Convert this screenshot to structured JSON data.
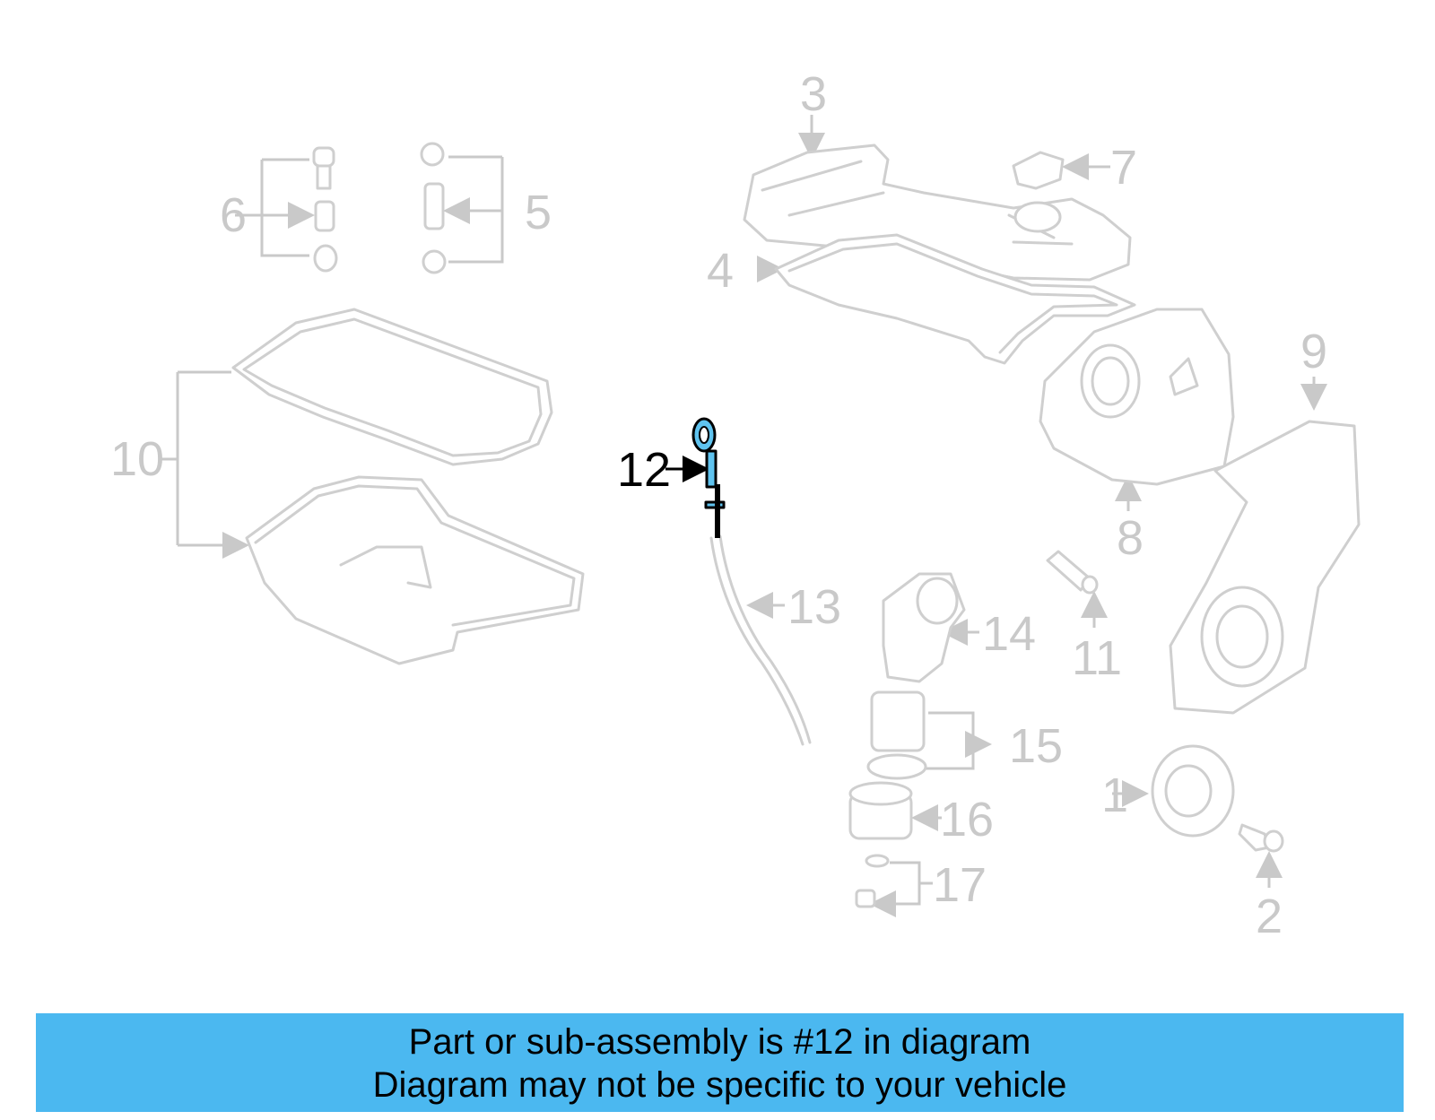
{
  "diagram": {
    "callouts": [
      "1",
      "2",
      "3",
      "4",
      "5",
      "6",
      "7",
      "8",
      "9",
      "10",
      "11",
      "12",
      "13",
      "14",
      "15",
      "16",
      "17"
    ],
    "highlighted_callout": "12"
  },
  "banner": {
    "line1": "Part or sub-assembly is #12 in diagram",
    "line2": "Diagram may not be specific to your vehicle",
    "color": "#4bb8f0"
  }
}
